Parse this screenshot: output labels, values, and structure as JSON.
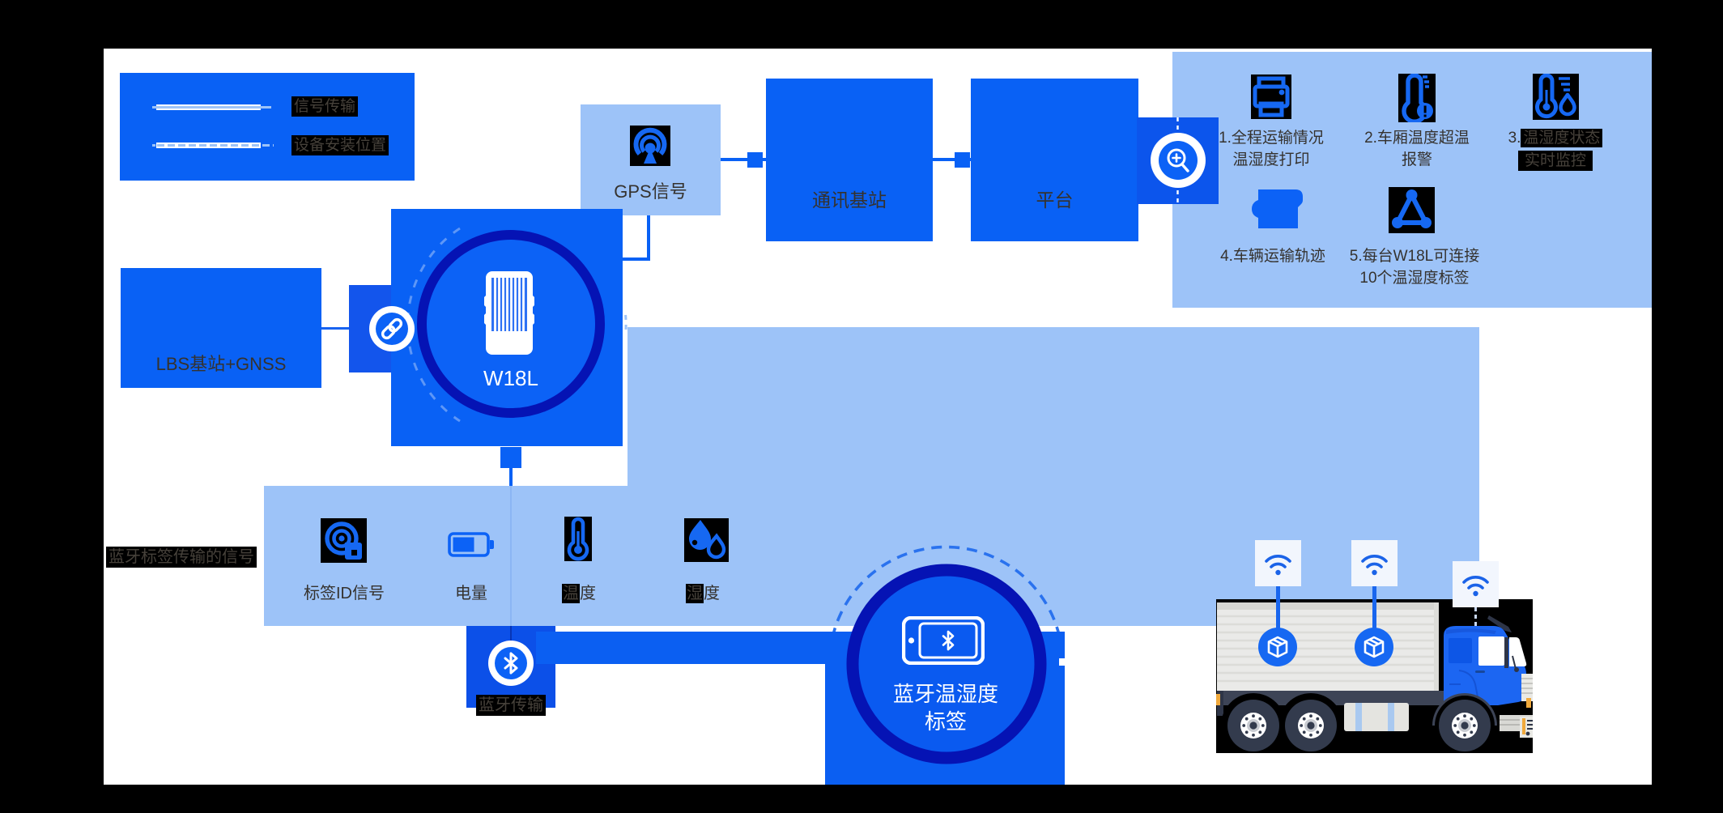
{
  "colors": {
    "background": "#000000",
    "canvas": "#ffffff",
    "primary_blue": "#0961F5",
    "light_blue_panel": "#9DC3F8",
    "dark_navy_ring": "#0513B4",
    "dark_square_blue": "#0C50E8",
    "link_square_blue": "#1355EC",
    "text_dark": "#35322E",
    "text_on_black": "#46413A",
    "white": "#ffffff",
    "truck_cargo": "#EAEAE8",
    "truck_dark": "#3D4456",
    "cab_blue": "#1C66F2"
  },
  "legend": {
    "items": [
      {
        "label": "信号传输",
        "line_style": "solid"
      },
      {
        "label": "设备安装位置",
        "line_style": "dashed"
      }
    ]
  },
  "nodes": {
    "gps": {
      "label": "GPS信号",
      "icon": "broadcast-icon"
    },
    "base_station": {
      "label": "通讯基站"
    },
    "platform": {
      "label": "平台"
    },
    "lbs": {
      "label": "LBS基站+GNSS"
    },
    "w18l": {
      "label": "W18L",
      "icon": "tracker-device-icon"
    },
    "bt_tag_circle": {
      "line1": "蓝牙温湿度",
      "line2": "标签",
      "icon": "phone-bluetooth-icon"
    },
    "bt_transfer": {
      "label": "蓝牙传输",
      "icon": "bluetooth-icon"
    },
    "link": {
      "icon": "chain-link-icon"
    },
    "zoom": {
      "icon": "magnifier-plus-icon"
    }
  },
  "features": {
    "items": [
      {
        "prefix": "1.",
        "line1": "全程运输情况",
        "line2": "温湿度打印",
        "icon": "printer-icon",
        "boxed": false
      },
      {
        "prefix": "2.",
        "line1": "车厢温度超温",
        "line2": "报警",
        "icon": "thermometer-alert-icon",
        "boxed": false
      },
      {
        "prefix": "3.",
        "line1": "温湿度状态",
        "line2": "实时监控",
        "icon": "thermo-humidity-icon",
        "boxed": true
      },
      {
        "prefix": "4.",
        "line1": "车辆运输轨迹",
        "line2": "",
        "icon": "vehicle-track-icon",
        "boxed": false
      },
      {
        "prefix": "5.",
        "line1": "每台W18L可连接",
        "line2": "10个温湿度标签",
        "icon": "route-triangle-icon",
        "boxed": false
      }
    ]
  },
  "signals": {
    "title": "蓝牙标签传输的信号",
    "items": [
      {
        "label": "标签ID信号",
        "label_first": "",
        "label_rest": "标签ID信号",
        "icon": "tag-id-icon"
      },
      {
        "label": "电量",
        "label_first": "",
        "label_rest": "电量",
        "icon": "battery-icon"
      },
      {
        "label": "温度",
        "label_first": "温",
        "label_rest": "度",
        "icon": "thermometer-icon"
      },
      {
        "label": "湿度",
        "label_first": "湿",
        "label_rest": "度",
        "icon": "humidity-icon"
      }
    ]
  },
  "truck": {
    "wifi_tags": 3,
    "package_sensors": 2
  }
}
